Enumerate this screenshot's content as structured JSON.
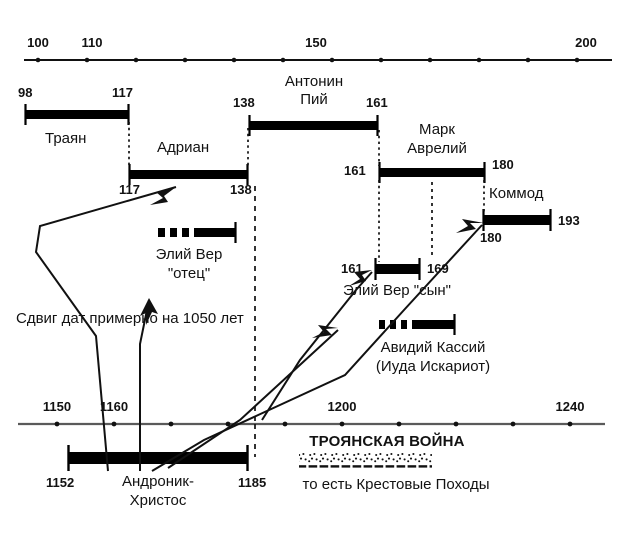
{
  "diagram": {
    "title_note": "Сдвиг дат примерно на 1050 лет",
    "axes": {
      "top": {
        "tick_labels": [
          "100",
          "110",
          "150",
          "200"
        ],
        "ticks": [
          100,
          110,
          120,
          130,
          140,
          150,
          160,
          170,
          180,
          190,
          200,
          210
        ],
        "range": [
          95,
          215
        ]
      },
      "bottom": {
        "tick_labels": [
          "1150",
          "1160",
          "1200",
          "1240"
        ],
        "ticks": [
          1150,
          1160,
          1170,
          1180,
          1190,
          1200,
          1210,
          1220,
          1230,
          1240,
          1250
        ],
        "range": [
          1143,
          1262
        ]
      }
    },
    "top_bars": [
      {
        "id": "trajan",
        "name": "Траян",
        "start": "98",
        "end": "117",
        "style": "solid"
      },
      {
        "id": "hadrian",
        "name": "Адриан",
        "start": "117",
        "end": "138",
        "style": "solid"
      },
      {
        "id": "antoninus_pius",
        "name_line1": "Антонин",
        "name_line2": "Пий",
        "start": "138",
        "end": "161",
        "style": "solid"
      },
      {
        "id": "marcus_aurelius",
        "name_line1": "Марк",
        "name_line2": "Аврелий",
        "start": "161",
        "end": "180",
        "style": "solid"
      },
      {
        "id": "commodus",
        "name": "Коммод",
        "start": "180",
        "end": "193",
        "style": "solid"
      },
      {
        "id": "aelius_verus_father",
        "name_line1": "Элий Вер",
        "name_line2": "\"отец\"",
        "start": "",
        "end": "",
        "style": "dashed-solid"
      },
      {
        "id": "aelius_verus_son",
        "name": "Элий Вер \"сын\"",
        "start": "161",
        "end": "169",
        "style": "solid"
      },
      {
        "id": "avidius_cassius",
        "name_line1": "Авидий Кассий",
        "name_line2": "(Иуда Искариот)",
        "start": "",
        "end": "",
        "style": "dashed-solid"
      }
    ],
    "bottom_bars": [
      {
        "id": "andronicus_christ",
        "name_line1": "Андроник-",
        "name_line2": "Христос",
        "start": "1152",
        "end": "1185",
        "style": "solid"
      },
      {
        "id": "trojan_war",
        "name_line1": "ТРОЯНСКАЯ ВОЙНА",
        "name_line2": "то есть Крестовые Походы",
        "style": "stippled"
      }
    ],
    "colors": {
      "ink": "#111111",
      "bar": "#000000",
      "background": "#ffffff"
    }
  }
}
